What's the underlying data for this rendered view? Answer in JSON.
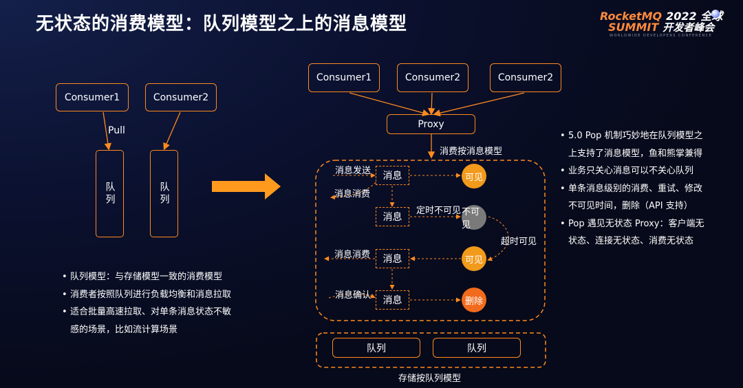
{
  "title": "无状态的消费模型：队列模型之上的消息模型",
  "logo": {
    "rocket": "RocketMQ",
    "year": "2022 全球",
    "summit": "SUMMIT",
    "summit_cn": "开发者峰会",
    "tagline": "WORLDWIDE DEVELOPERS CONFERENCE"
  },
  "left": {
    "consumer1": "Consumer1",
    "consumer2": "Consumer2",
    "pull": "Pull",
    "queue1": "队列",
    "queue2": "队列",
    "bullets": [
      "队列模型：与存储模型一致的消费模型",
      "消费者按照队列进行负载均衡和消息拉取",
      "适合批量高速拉取、对单条消息状态不敏",
      "感的场景，比如流计算场景"
    ]
  },
  "right": {
    "consumer1": "Consumer1",
    "consumer2a": "Consumer2",
    "consumer2b": "Consumer2",
    "proxy": "Proxy",
    "proxy_label": "消费按消息模型",
    "send_label": "消息发送",
    "consume_label_1": "消息消费",
    "consume_label_2": "消息消费",
    "ack_label": "消息确认",
    "timer_label": "定时不可见",
    "timeout_label": "超时可见",
    "msg1": "消息",
    "msg2": "消息",
    "msg3": "消息",
    "msg4": "消息",
    "state_visible_1": "可见",
    "state_invisible": "不可见",
    "state_visible_2": "可见",
    "state_delete": "删除",
    "storage_queue1": "队列",
    "storage_queue2": "队列",
    "storage_label": "存储按队列模型"
  },
  "notes": [
    "5.0 Pop 机制巧妙地在队列模型之",
    "上支持了消息模型，鱼和熊掌兼得",
    "业务只关心消息可以不关心队列",
    "单条消息级别的消费、重试、修改",
    "不可见时间，删除（API 支持）",
    "Pop 遇见无状态 Proxy：客户端无",
    "状态、连接无状态、消费无状态"
  ],
  "colors": {
    "accent": "#ff8a1f",
    "visible": "#f29a1c",
    "invisible": "#7a7a7a",
    "delete": "#f26b1d",
    "background": "#080c1e"
  }
}
